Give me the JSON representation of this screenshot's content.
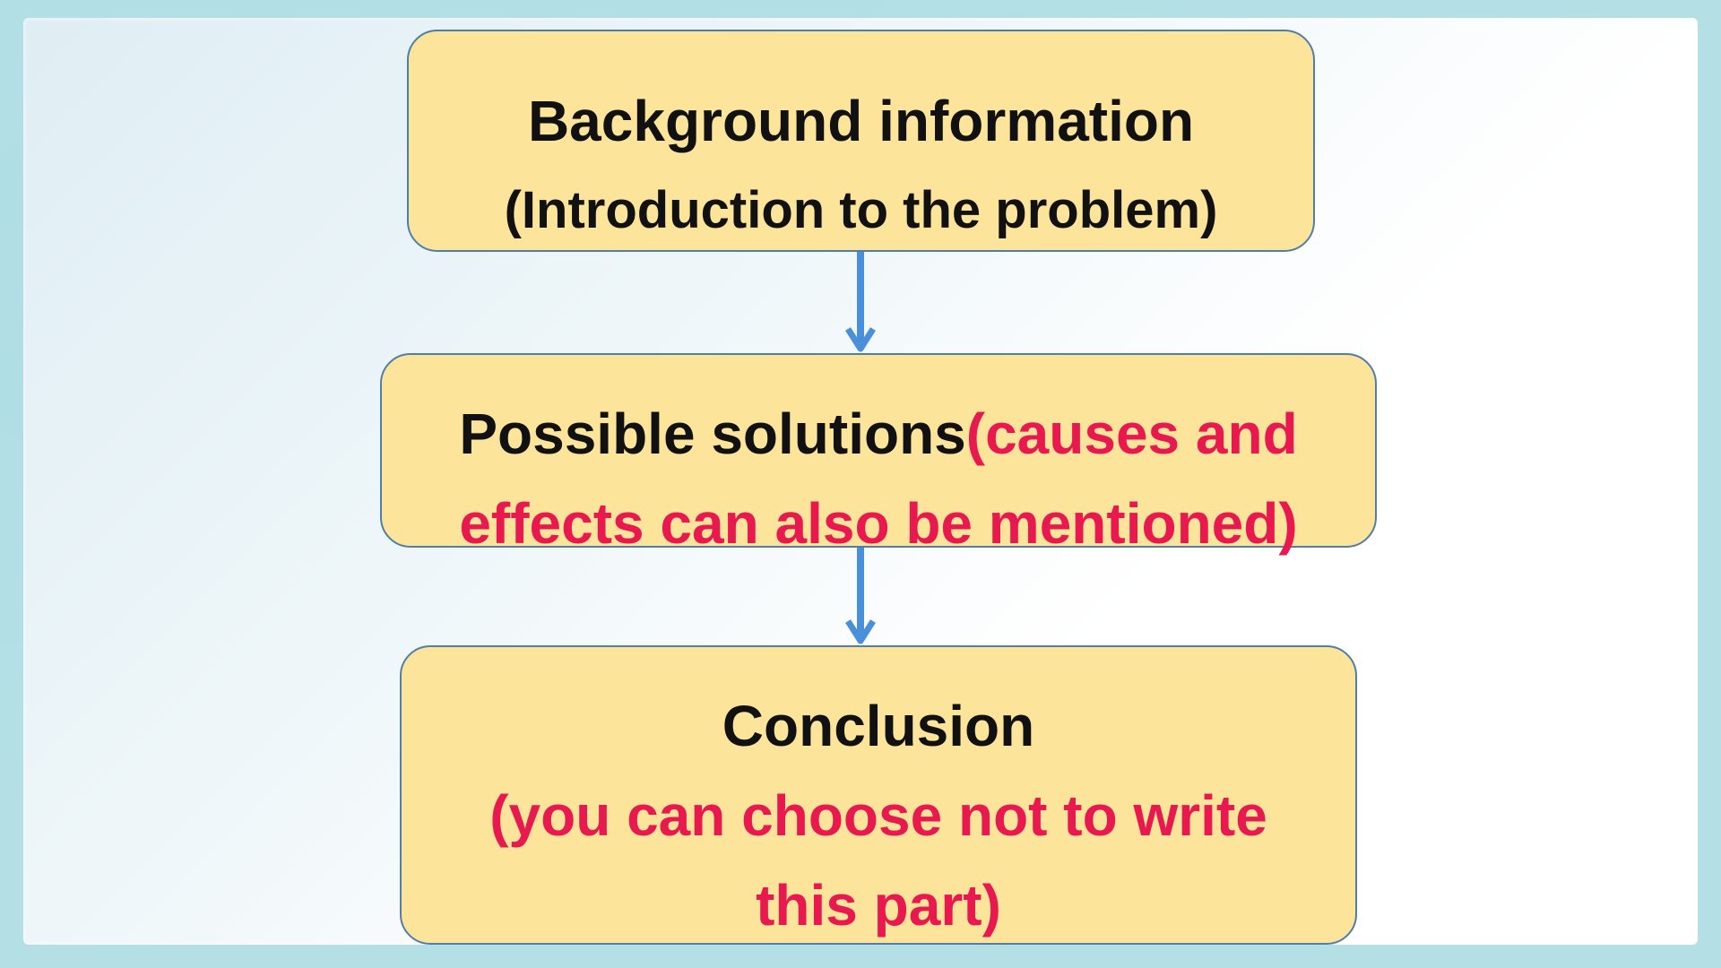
{
  "diagram": {
    "nodes": [
      {
        "title": "Background information",
        "subtitle": "(Introduction to the problem)"
      },
      {
        "title": "Possible solutions",
        "note_part1": "(causes and",
        "note_part2": "effects can also be mentioned)"
      },
      {
        "title": "Conclusion",
        "note_line1": "(you can choose not to write",
        "note_line2": "this part)"
      }
    ],
    "edges": [
      {
        "from": "Background information",
        "to": "Possible solutions"
      },
      {
        "from": "Possible solutions",
        "to": "Conclusion"
      }
    ],
    "colors": {
      "node_fill": "#fde49b",
      "node_border": "#4f7ea9",
      "arrow": "#4a90d9",
      "title_text": "#111111",
      "note_text": "#e8194f",
      "frame": "#b4e0e5"
    }
  }
}
